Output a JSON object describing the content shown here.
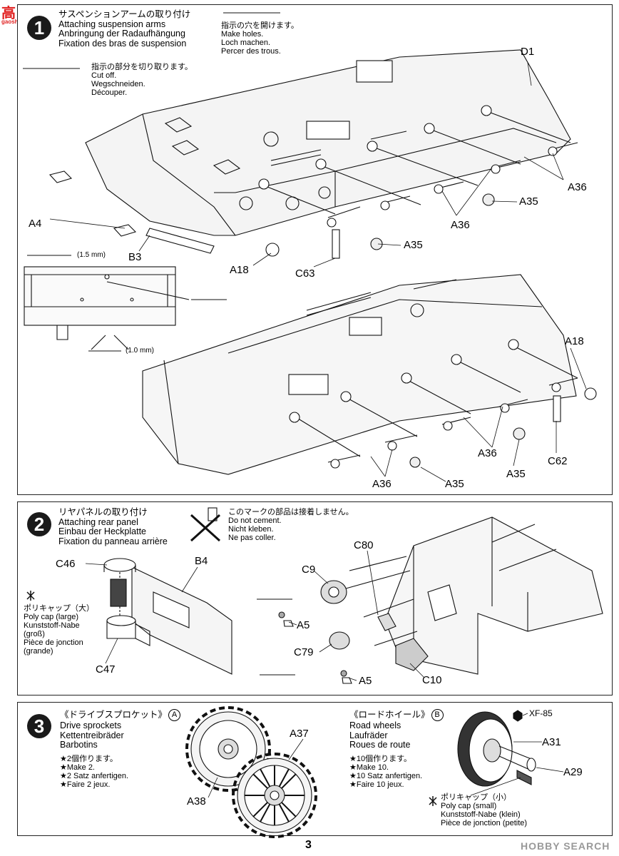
{
  "watermark": {
    "top_left_chars": "高",
    "top_left_url": "gaoshou.com",
    "bottom_right": "HOBBY SEARCH"
  },
  "step1": {
    "number": "1",
    "title_jp": "サスペンションアームの取り付け",
    "title_en": "Attaching suspension arms",
    "title_de": "Anbringung der Radaufhängung",
    "title_fr": "Fixation des bras de suspension",
    "holes_note": {
      "jp": "指示の穴を開けます。",
      "en": "Make holes.",
      "de": "Loch machen.",
      "fr": "Percer des trous."
    },
    "cut_note": {
      "jp": "指示の部分を切り取ります。",
      "en": "Cut off.",
      "de": "Wegschneiden.",
      "fr": "Découper."
    },
    "drill_15": "(1.5 mm)",
    "drill_10": "(1.0 mm)",
    "labels": {
      "d1": "D1",
      "a36_1": "A36",
      "a35_1": "A35",
      "a36_2": "A36",
      "a4": "A4",
      "a35_2": "A35",
      "b3": "B3",
      "a18_1": "A18",
      "c63": "C63",
      "a18_2": "A18",
      "a36_3": "A36",
      "c62": "C62",
      "a35_3": "A35",
      "a36_4": "A36",
      "a35_4": "A35"
    }
  },
  "step2": {
    "number": "2",
    "title_jp": "リヤパネルの取り付け",
    "title_en": "Attaching rear panel",
    "title_de": "Einbau der Heckplatte",
    "title_fr": "Fixation du panneau arrière",
    "no_cement": {
      "jp": "このマークの部品は接着しません。",
      "en": "Do not cement.",
      "de": "Nicht kleben.",
      "fr": "Ne pas coller."
    },
    "polycap_large": {
      "jp": "ポリキャップ（大）",
      "en": "Poly cap (large)",
      "de1": "Kunststoff-Nabe",
      "de2": "(groß)",
      "fr1": "Pièce de jonction",
      "fr2": "(grande)"
    },
    "labels": {
      "c46": "C46",
      "b4": "B4",
      "c47": "C47",
      "c80": "C80",
      "c9": "C9",
      "a5_1": "A5",
      "c79": "C79",
      "a5_2": "A5",
      "c10": "C10"
    }
  },
  "step3": {
    "number": "3",
    "sprocket": {
      "title_jp": "《ドライブスプロケット》",
      "circle": "A",
      "en": "Drive sprockets",
      "de": "Kettentreibräder",
      "fr": "Barbotins",
      "make_jp": "★2個作ります。",
      "make_en": "★Make 2.",
      "make_de": "★2 Satz anfertigen.",
      "make_fr": "★Faire 2 jeux."
    },
    "wheel": {
      "title_jp": "《ロードホイール》",
      "circle": "B",
      "en": "Road wheels",
      "de": "Laufräder",
      "fr": "Roues de route",
      "make_jp": "★10個作ります。",
      "make_en": "★Make 10.",
      "make_de": "★10 Satz anfertigen.",
      "make_fr": "★Faire 10 jeux."
    },
    "polycap_small": {
      "jp": "ポリキャップ（小）",
      "en": "Poly cap (small)",
      "de": "Kunststoff-Nabe (klein)",
      "fr": "Pièce de jonction (petite)"
    },
    "labels": {
      "a37": "A37",
      "a38": "A38",
      "xf85": "XF-85",
      "a31": "A31",
      "a29": "A29"
    }
  },
  "footer": {
    "page_number": "3"
  }
}
